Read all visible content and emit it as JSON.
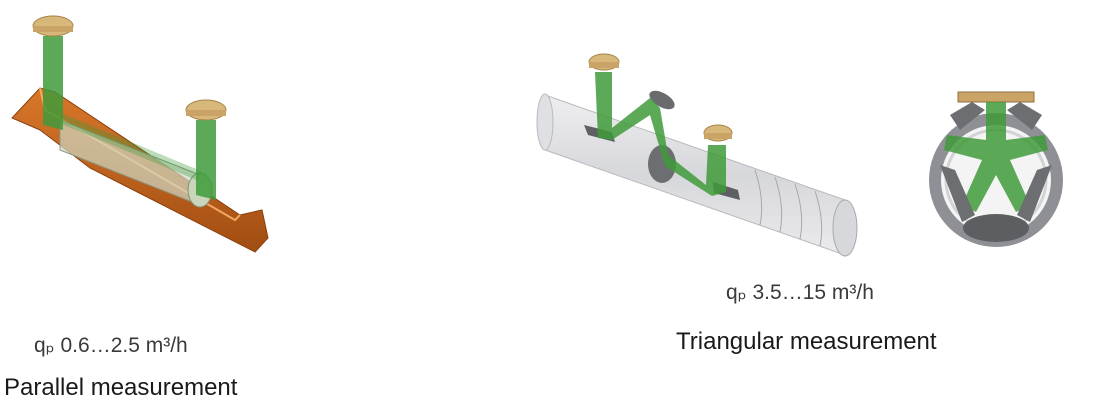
{
  "parallel": {
    "flow_range": "qₚ 0.6…2.5 m³/h",
    "title": "Parallel measurement"
  },
  "triangular": {
    "flow_range": "qₚ 3.5…15 m³/h",
    "title": "Triangular measurement"
  }
}
